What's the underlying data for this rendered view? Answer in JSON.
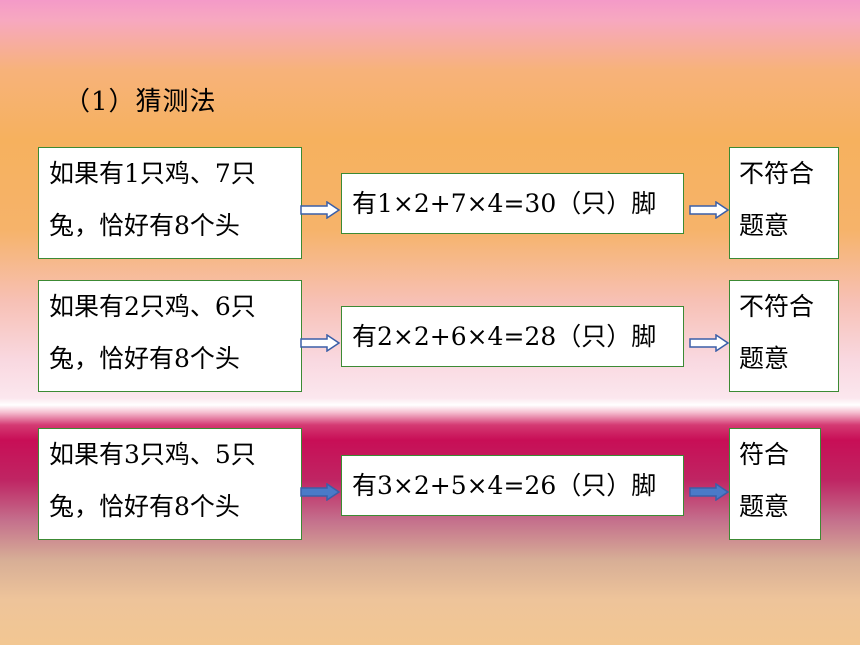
{
  "heading": "（1）猜测法",
  "rows": [
    {
      "condition": [
        "如果有1只鸡、7只",
        "兔，恰好有8个头"
      ],
      "calculation": "有1×2+7×4=30（只）脚",
      "result": [
        "不符合",
        "题意"
      ]
    },
    {
      "condition": [
        "如果有2只鸡、6只",
        "兔，恰好有8个头"
      ],
      "calculation": "有2×2+6×4=28（只）脚",
      "result": [
        "不符合",
        "题意"
      ]
    },
    {
      "condition": [
        "如果有3只鸡、5只",
        "兔，恰好有8个头"
      ],
      "calculation": "有3×2+5×4=26（只）脚",
      "result": [
        "符合",
        "题意"
      ]
    }
  ],
  "colors": {
    "box_border": "#3c8a34",
    "arrow_outline": "#3a5fa8",
    "arrow_fill_hollow": "#ffffff",
    "arrow_fill_solid": "#4a7ac8"
  },
  "icons": [
    "right-arrow-icon"
  ]
}
